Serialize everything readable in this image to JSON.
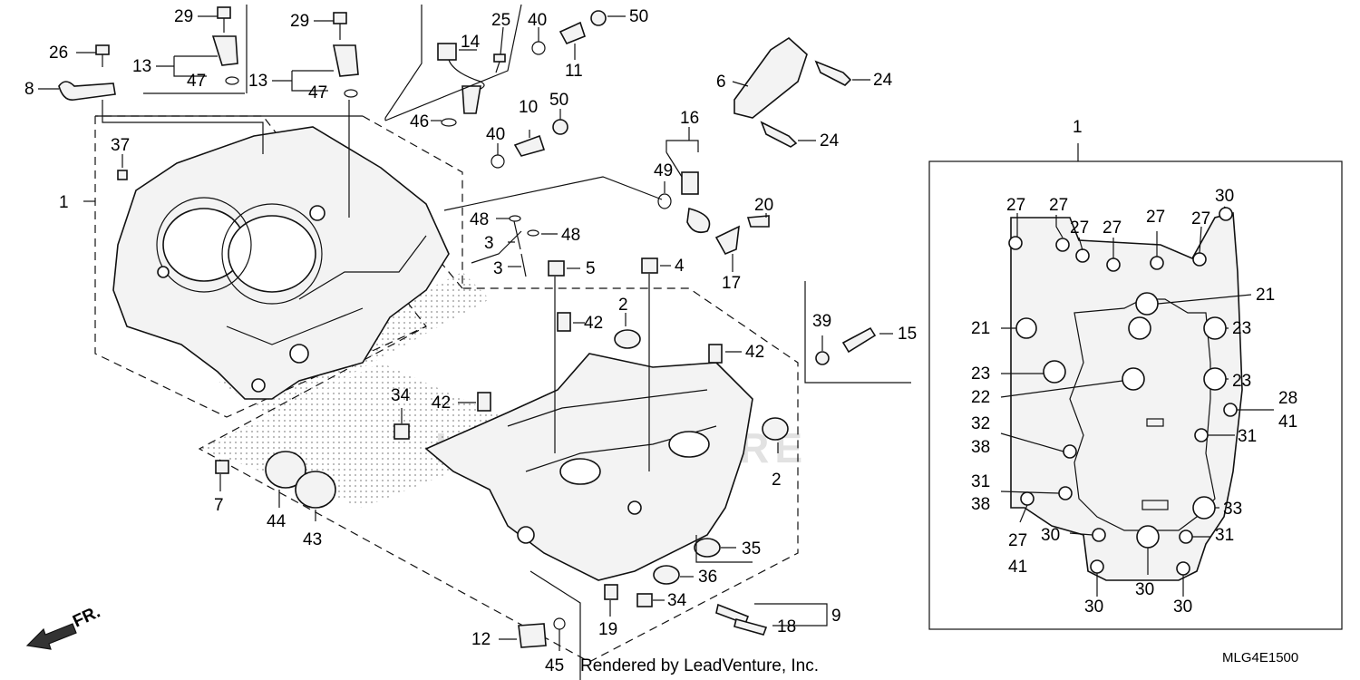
{
  "diagram_code": "MLG4E1500",
  "footer": "Rendered by LeadVenture, Inc.",
  "direction_label": "FR.",
  "watermark": "LEADVENTURE",
  "labels": {
    "p29a": "29",
    "p29b": "29",
    "p26": "26",
    "p13a": "13",
    "p13b": "13",
    "p47a": "47",
    "p47b": "47",
    "p8": "8",
    "p25": "25",
    "p14": "14",
    "p46": "46",
    "p40a": "40",
    "p40b": "40",
    "p11": "11",
    "p50a": "50",
    "p50b": "50",
    "p10": "10",
    "p6": "6",
    "p24a": "24",
    "p24b": "24",
    "p16": "16",
    "p49": "49",
    "p20": "20",
    "p17": "17",
    "p37": "37",
    "p1a": "1",
    "p1b": "1",
    "p48a": "48",
    "p48b": "48",
    "p3a": "3",
    "p3b": "3",
    "p5": "5",
    "p4": "4",
    "p2a": "2",
    "p2b": "2",
    "p42a": "42",
    "p42b": "42",
    "p42c": "42",
    "p39": "39",
    "p15": "15",
    "p34a": "34",
    "p34b": "34",
    "p7": "7",
    "p44": "44",
    "p43": "43",
    "p35": "35",
    "p36": "36",
    "p19": "19",
    "p9": "9",
    "p18": "18",
    "p12": "12",
    "p45": "45",
    "r27a": "27",
    "r27b": "27",
    "r27c": "27",
    "r27d": "27",
    "r27e": "27",
    "r27f": "27",
    "r30a": "30",
    "r21a": "21",
    "r21b": "21",
    "r23a": "23",
    "r23b": "23",
    "r23c": "23",
    "r22": "22",
    "r28": "28",
    "r41a": "41",
    "r32": "32",
    "r38a": "38",
    "r31a": "31",
    "r31b": "31",
    "r38b": "38",
    "r33": "33",
    "r27g": "27",
    "r41b": "41",
    "r30b": "30",
    "r31c": "31",
    "r30c": "30",
    "r30d": "30",
    "r30e": "30"
  }
}
